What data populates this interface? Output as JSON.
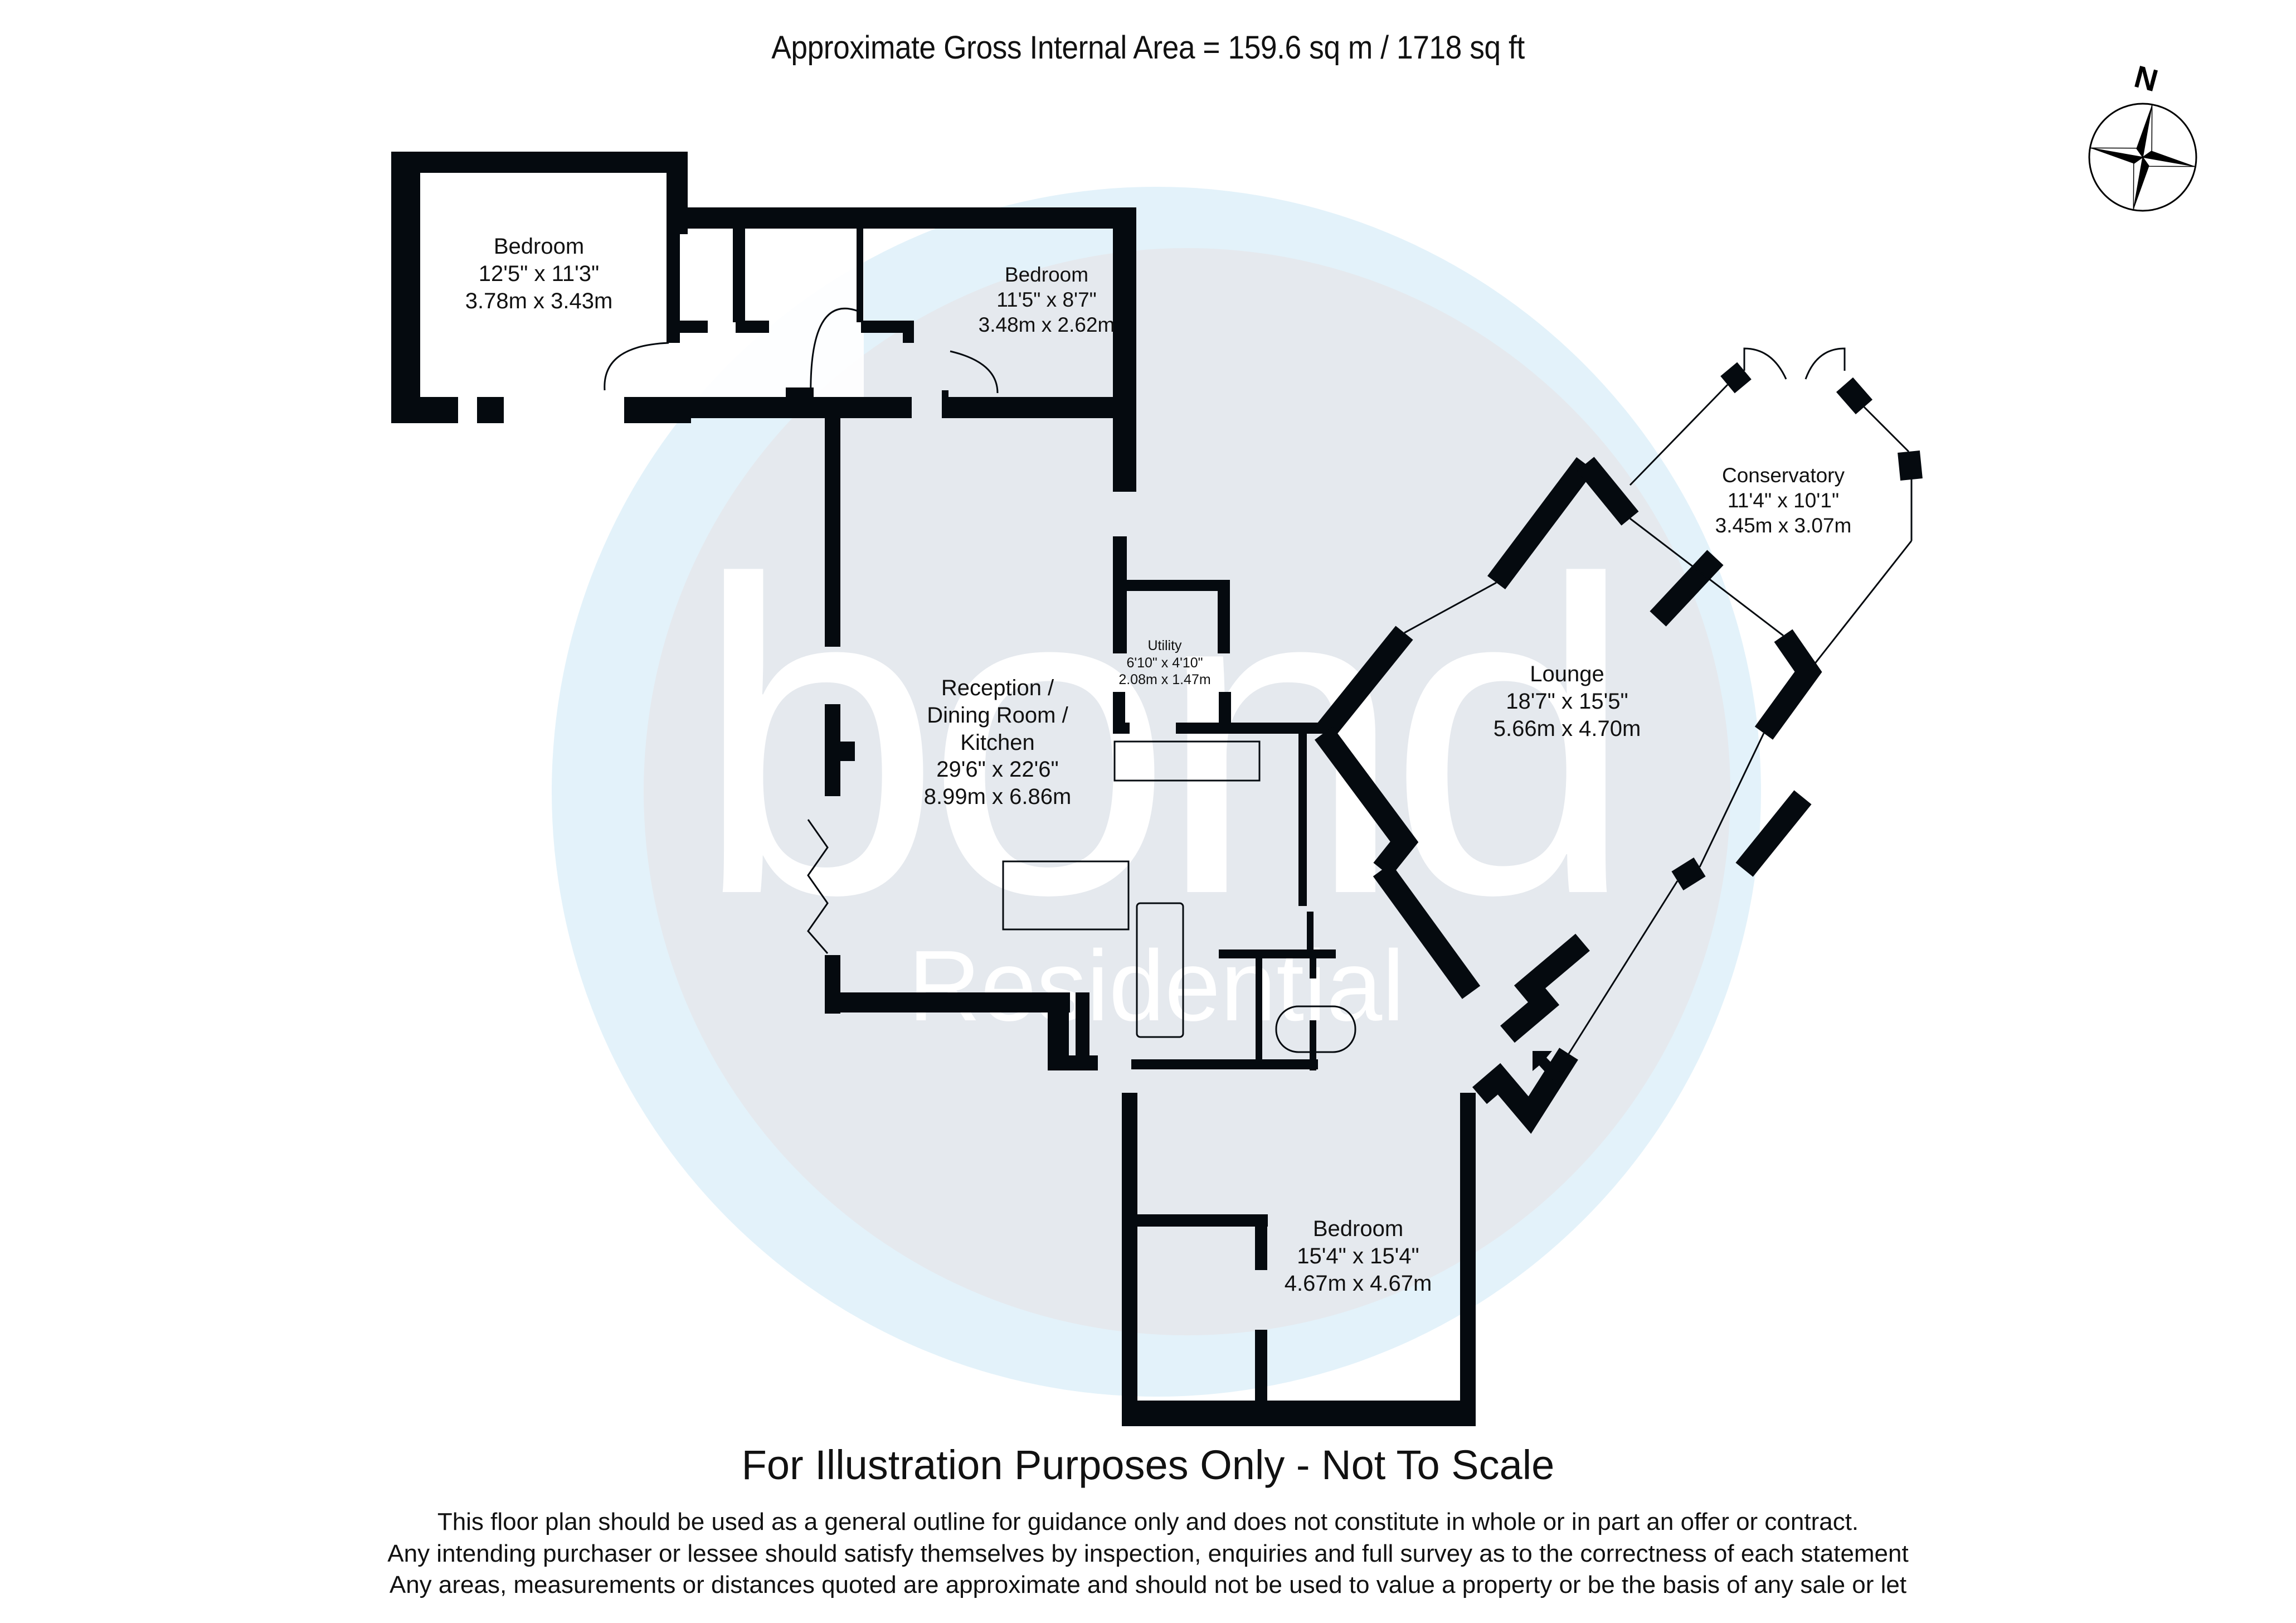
{
  "header": {
    "title": "Approximate Gross Internal Area = 159.6 sq m / 1718 sq ft"
  },
  "compass": {
    "label": "N",
    "icon": "compass-rose-icon"
  },
  "watermark": {
    "brand": "bond",
    "sub": "Residential",
    "ring_color": "#e3f2fa",
    "inner_color": "#e5e9ee",
    "letter_color": "#ffffff"
  },
  "colors": {
    "wall": "#050a0f",
    "background": "#ffffff",
    "text": "#111111"
  },
  "rooms": [
    {
      "name": "Bedroom",
      "imperial": "12'5\" x 11'3\"",
      "metric": "3.78m x 3.43m"
    },
    {
      "name": "Bedroom",
      "imperial": "11'5\" x 8'7\"",
      "metric": "3.48m x 2.62m"
    },
    {
      "name": "Conservatory",
      "imperial": "11'4\" x 10'1\"",
      "metric": "3.45m x 3.07m"
    },
    {
      "name": "Utility",
      "imperial": "6'10\" x 4'10\"",
      "metric": "2.08m x 1.47m"
    },
    {
      "name_lines": [
        "Reception /",
        "Dining Room /",
        "Kitchen"
      ],
      "imperial": "29'6\" x 22'6\"",
      "metric": "8.99m x 6.86m"
    },
    {
      "name": "Lounge",
      "imperial": "18'7\" x 15'5\"",
      "metric": "5.66m x 4.70m"
    },
    {
      "name": "Bedroom",
      "imperial": "15'4\" x 15'4\"",
      "metric": "4.67m x 4.67m"
    }
  ],
  "footer": {
    "title": "For Illustration Purposes Only - Not To Scale",
    "lines": [
      "This floor plan should be used as a general outline for guidance only and does not constitute in whole or in part an offer or contract.",
      "Any intending purchaser or lessee should satisfy themselves by inspection, enquiries and full survey as to the correctness of each statement",
      "Any areas, measurements or distances quoted are approximate and should not be used to value a property or be the basis of any sale or let"
    ]
  }
}
